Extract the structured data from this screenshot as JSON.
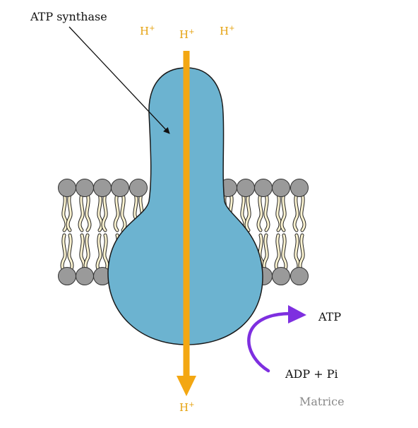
{
  "labels": {
    "atp_synthase": "ATP synthase",
    "proton": "H",
    "proton_charge": "+",
    "atp": "ATP",
    "adp_pi": "ADP + Pi",
    "matrix": "Matrice"
  },
  "colors": {
    "protein_fill": "#6cb3d0",
    "protein_stroke": "#1a1a1a",
    "proton_arrow": "#f3a712",
    "proton_text": "#e5a20f",
    "reaction_arrow": "#7e2fe0",
    "lipid_head": "#9a9a9a",
    "lipid_tail": "#fbf2cf",
    "matrix_text": "#8a8a8a",
    "text": "#111111"
  }
}
